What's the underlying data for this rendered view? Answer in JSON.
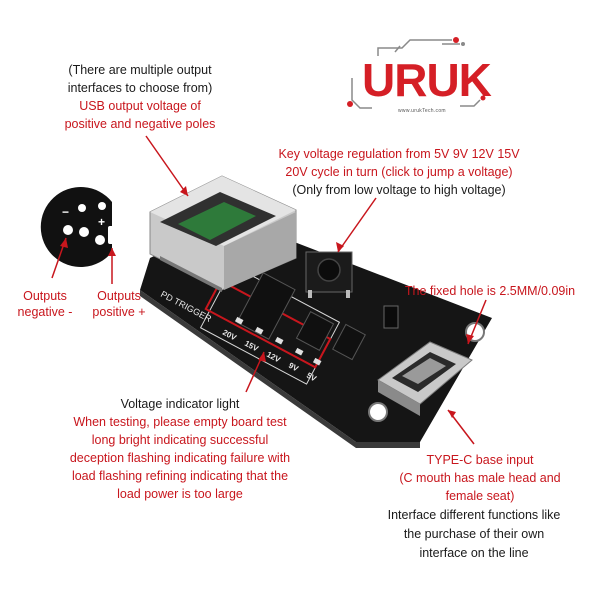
{
  "logo": {
    "text": "URUK",
    "url": "www.urukTech.com"
  },
  "labels": {
    "usb_note": "(There are multiple output",
    "usb_note2": "interfaces to choose from)",
    "usb_title1": "USB output voltage of",
    "usb_title2": "positive and negative poles",
    "key_line1": "Key voltage regulation from 5V 9V 12V 15V",
    "key_line2": "20V cycle in turn (click to jump a voltage)",
    "key_line3": "(Only from low voltage to high voltage)",
    "fixed_hole": "The fixed hole is 2.5MM/0.09in",
    "outputs_neg1": "Outputs",
    "outputs_neg2": "negative -",
    "outputs_pos1": "Outputs",
    "outputs_pos2": "positive +",
    "volt_light1": "Voltage indicator light",
    "volt_light2": "When testing, please empty board test",
    "volt_light3": "long bright indicating successful",
    "volt_light4": "deception flashing indicating failure with",
    "volt_light5": "load flashing refining indicating that the",
    "volt_light6": "load power is too large",
    "typec1": "TYPE-C base input",
    "typec2": "(C mouth has male head and",
    "typec3": "female seat)",
    "typec4": "Interface different functions like",
    "typec5": "the purchase of their own",
    "typec6": "interface on the line"
  },
  "board": {
    "silkscreen": "PD TRIGGER",
    "led_labels": [
      "20V",
      "15V",
      "12V",
      "9V",
      "5V"
    ]
  },
  "pins": {
    "neg": "−",
    "pos": "+"
  },
  "colors": {
    "accent": "#c8161d",
    "pcb": "#151515",
    "usb_green": "#2e7a3a"
  }
}
